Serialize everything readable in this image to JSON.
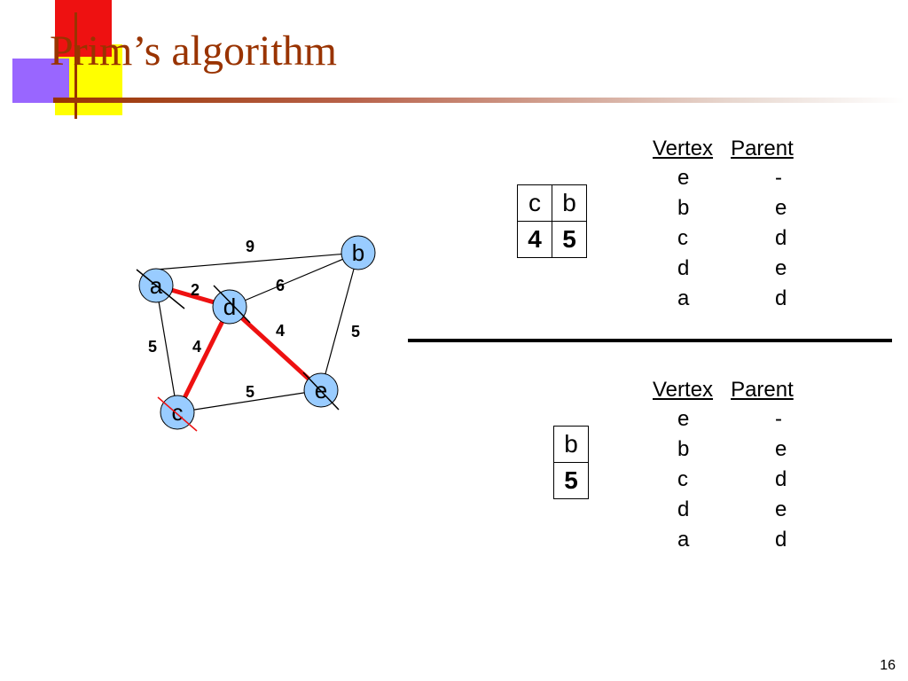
{
  "slide": {
    "title": "Prim’s algorithm",
    "page_number": "16",
    "accent_colors": {
      "title": "#993300",
      "mst_edge": "#ee1111",
      "node_fill": "#99ccff"
    }
  },
  "graph": {
    "nodes": [
      {
        "id": "a",
        "label": "a",
        "crossed": true
      },
      {
        "id": "b",
        "label": "b",
        "crossed": false
      },
      {
        "id": "d",
        "label": "d",
        "crossed": true
      },
      {
        "id": "e",
        "label": "e",
        "crossed": true
      },
      {
        "id": "c",
        "label": "c",
        "crossed": true
      }
    ],
    "edges": [
      {
        "from": "a",
        "to": "b",
        "weight": "9",
        "in_mst": false
      },
      {
        "from": "a",
        "to": "d",
        "weight": "2",
        "in_mst": true
      },
      {
        "from": "d",
        "to": "b",
        "weight": "6",
        "in_mst": false
      },
      {
        "from": "a",
        "to": "c",
        "weight": "5",
        "in_mst": false
      },
      {
        "from": "d",
        "to": "c",
        "weight": "4",
        "in_mst": true
      },
      {
        "from": "d",
        "to": "e",
        "weight": "4",
        "in_mst": true
      },
      {
        "from": "b",
        "to": "e",
        "weight": "5",
        "in_mst": false
      },
      {
        "from": "c",
        "to": "e",
        "weight": "5",
        "in_mst": false
      }
    ]
  },
  "top_panel": {
    "queue": {
      "vertices": [
        "c",
        "b"
      ],
      "keys": [
        "4",
        "5"
      ]
    },
    "table": {
      "header_vertex": "Vertex",
      "header_parent": "Parent",
      "rows": [
        {
          "vertex": "e",
          "parent": "-"
        },
        {
          "vertex": "b",
          "parent": "e"
        },
        {
          "vertex": "c",
          "parent": "d"
        },
        {
          "vertex": "d",
          "parent": "e"
        },
        {
          "vertex": "a",
          "parent": "d"
        }
      ]
    }
  },
  "bottom_panel": {
    "queue": {
      "vertices": [
        "b"
      ],
      "keys": [
        "5"
      ]
    },
    "table": {
      "header_vertex": "Vertex",
      "header_parent": "Parent",
      "rows": [
        {
          "vertex": "e",
          "parent": "-"
        },
        {
          "vertex": "b",
          "parent": "e"
        },
        {
          "vertex": "c",
          "parent": "d"
        },
        {
          "vertex": "d",
          "parent": "e"
        },
        {
          "vertex": "a",
          "parent": "d"
        }
      ]
    }
  }
}
